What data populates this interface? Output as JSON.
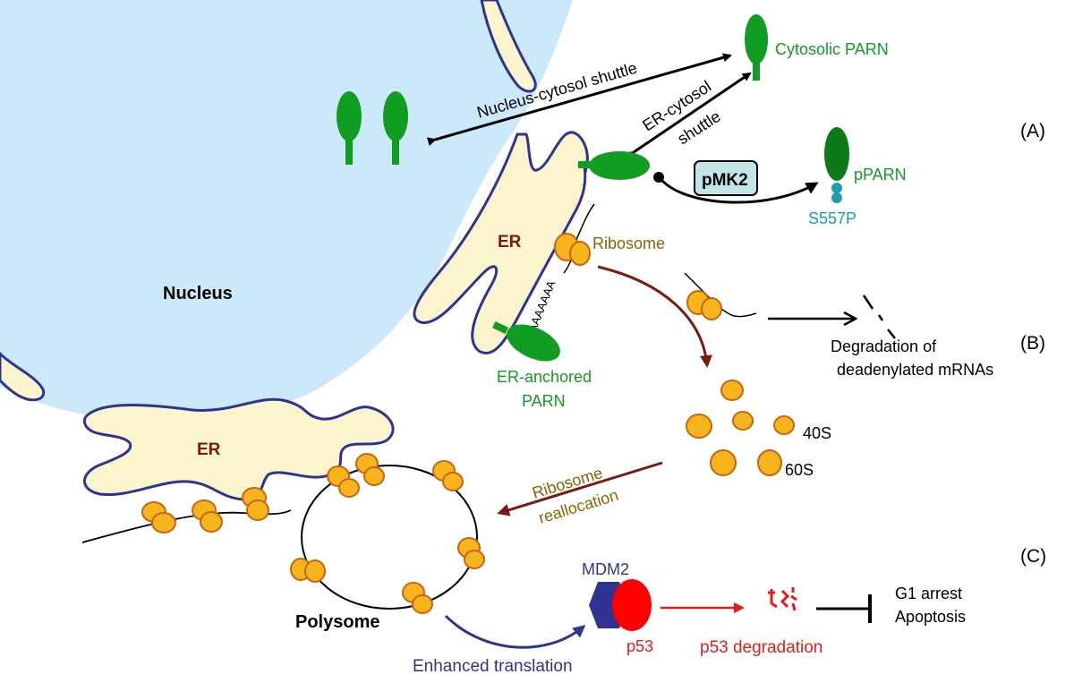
{
  "labels": {
    "nucleus": "Nucleus",
    "er_top": "ER",
    "er_bottom": "ER",
    "nucleus_cytosol_shuttle": "Nucleus-cytosol shuttle",
    "cytosolic_parn": "Cytosolic PARN",
    "er_cytosol": "ER-cytosol",
    "shuttle": "shuttle",
    "pmk2": "pMK2",
    "pparn": "pPARN",
    "s557p": "S557P",
    "ribosome": "Ribosome",
    "polya": "AAAAAAA",
    "er_anchored": "ER-anchored",
    "parn": "PARN",
    "degradation_1": "Degradation of",
    "degradation_2": "deadenylated mRNAs",
    "s40": "40S",
    "s60": "60S",
    "ribosome_realloc_1": "Ribosome",
    "ribosome_realloc_2": "reallocation",
    "polysome": "Polysome",
    "mdm2": "MDM2",
    "p53": "p53",
    "enhanced_translation": "Enhanced translation",
    "p53_degradation": "p53 degradation",
    "g1_arrest": "G1 arrest",
    "apoptosis": "Apoptosis",
    "panel_a": "(A)",
    "panel_b": "(B)",
    "panel_c": "(C)"
  },
  "colors": {
    "nucleus_fill": "#cce9fa",
    "er_fill": "#fbf5cd",
    "er_stroke": "#2f3492",
    "parn_green": "#119d21",
    "parn_dark": "#0b7a17",
    "ribosome_fill": "#f6b41d",
    "ribosome_stroke": "#c96412",
    "brown": "#7a1a12",
    "olive": "#876404",
    "navy": "#2f3492",
    "red": "#e51b1b",
    "teal": "#1aa0a8",
    "pmk2_fill": "#c3e4e8"
  }
}
